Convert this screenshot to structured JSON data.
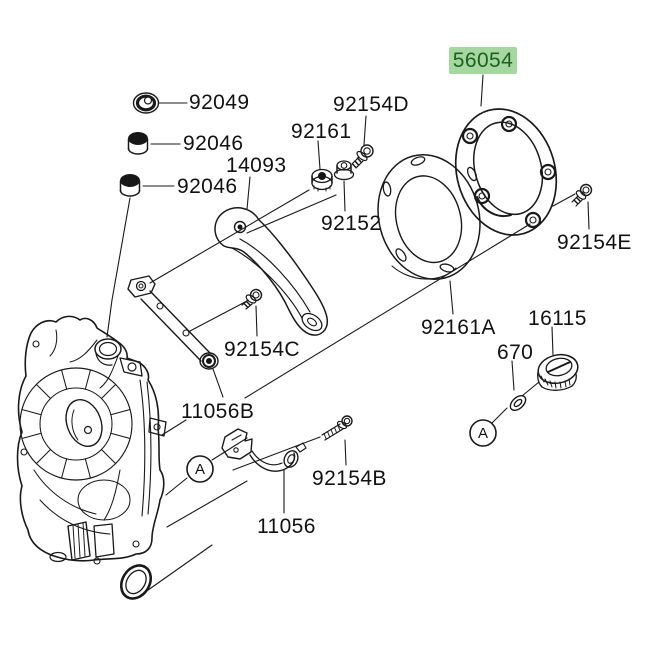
{
  "diagram": {
    "kind": "exploded-parts-diagram",
    "background": "#ffffff",
    "line_color": "#1a1a1a"
  },
  "highlight": {
    "part": "56054",
    "bg": "#a6d7a0",
    "fg": "#1d611d"
  },
  "marker": {
    "label": "A"
  },
  "parts": {
    "92049": "92049",
    "92046": "92046",
    "14093": "14093",
    "92161": "92161",
    "92154D": "92154D",
    "92152": "92152",
    "56054": "56054",
    "92154E": "92154E",
    "92161A": "92161A",
    "16115": "16115",
    "670": "670",
    "92154C": "92154C",
    "11056B": "11056B",
    "92154B": "92154B",
    "11056": "11056"
  }
}
